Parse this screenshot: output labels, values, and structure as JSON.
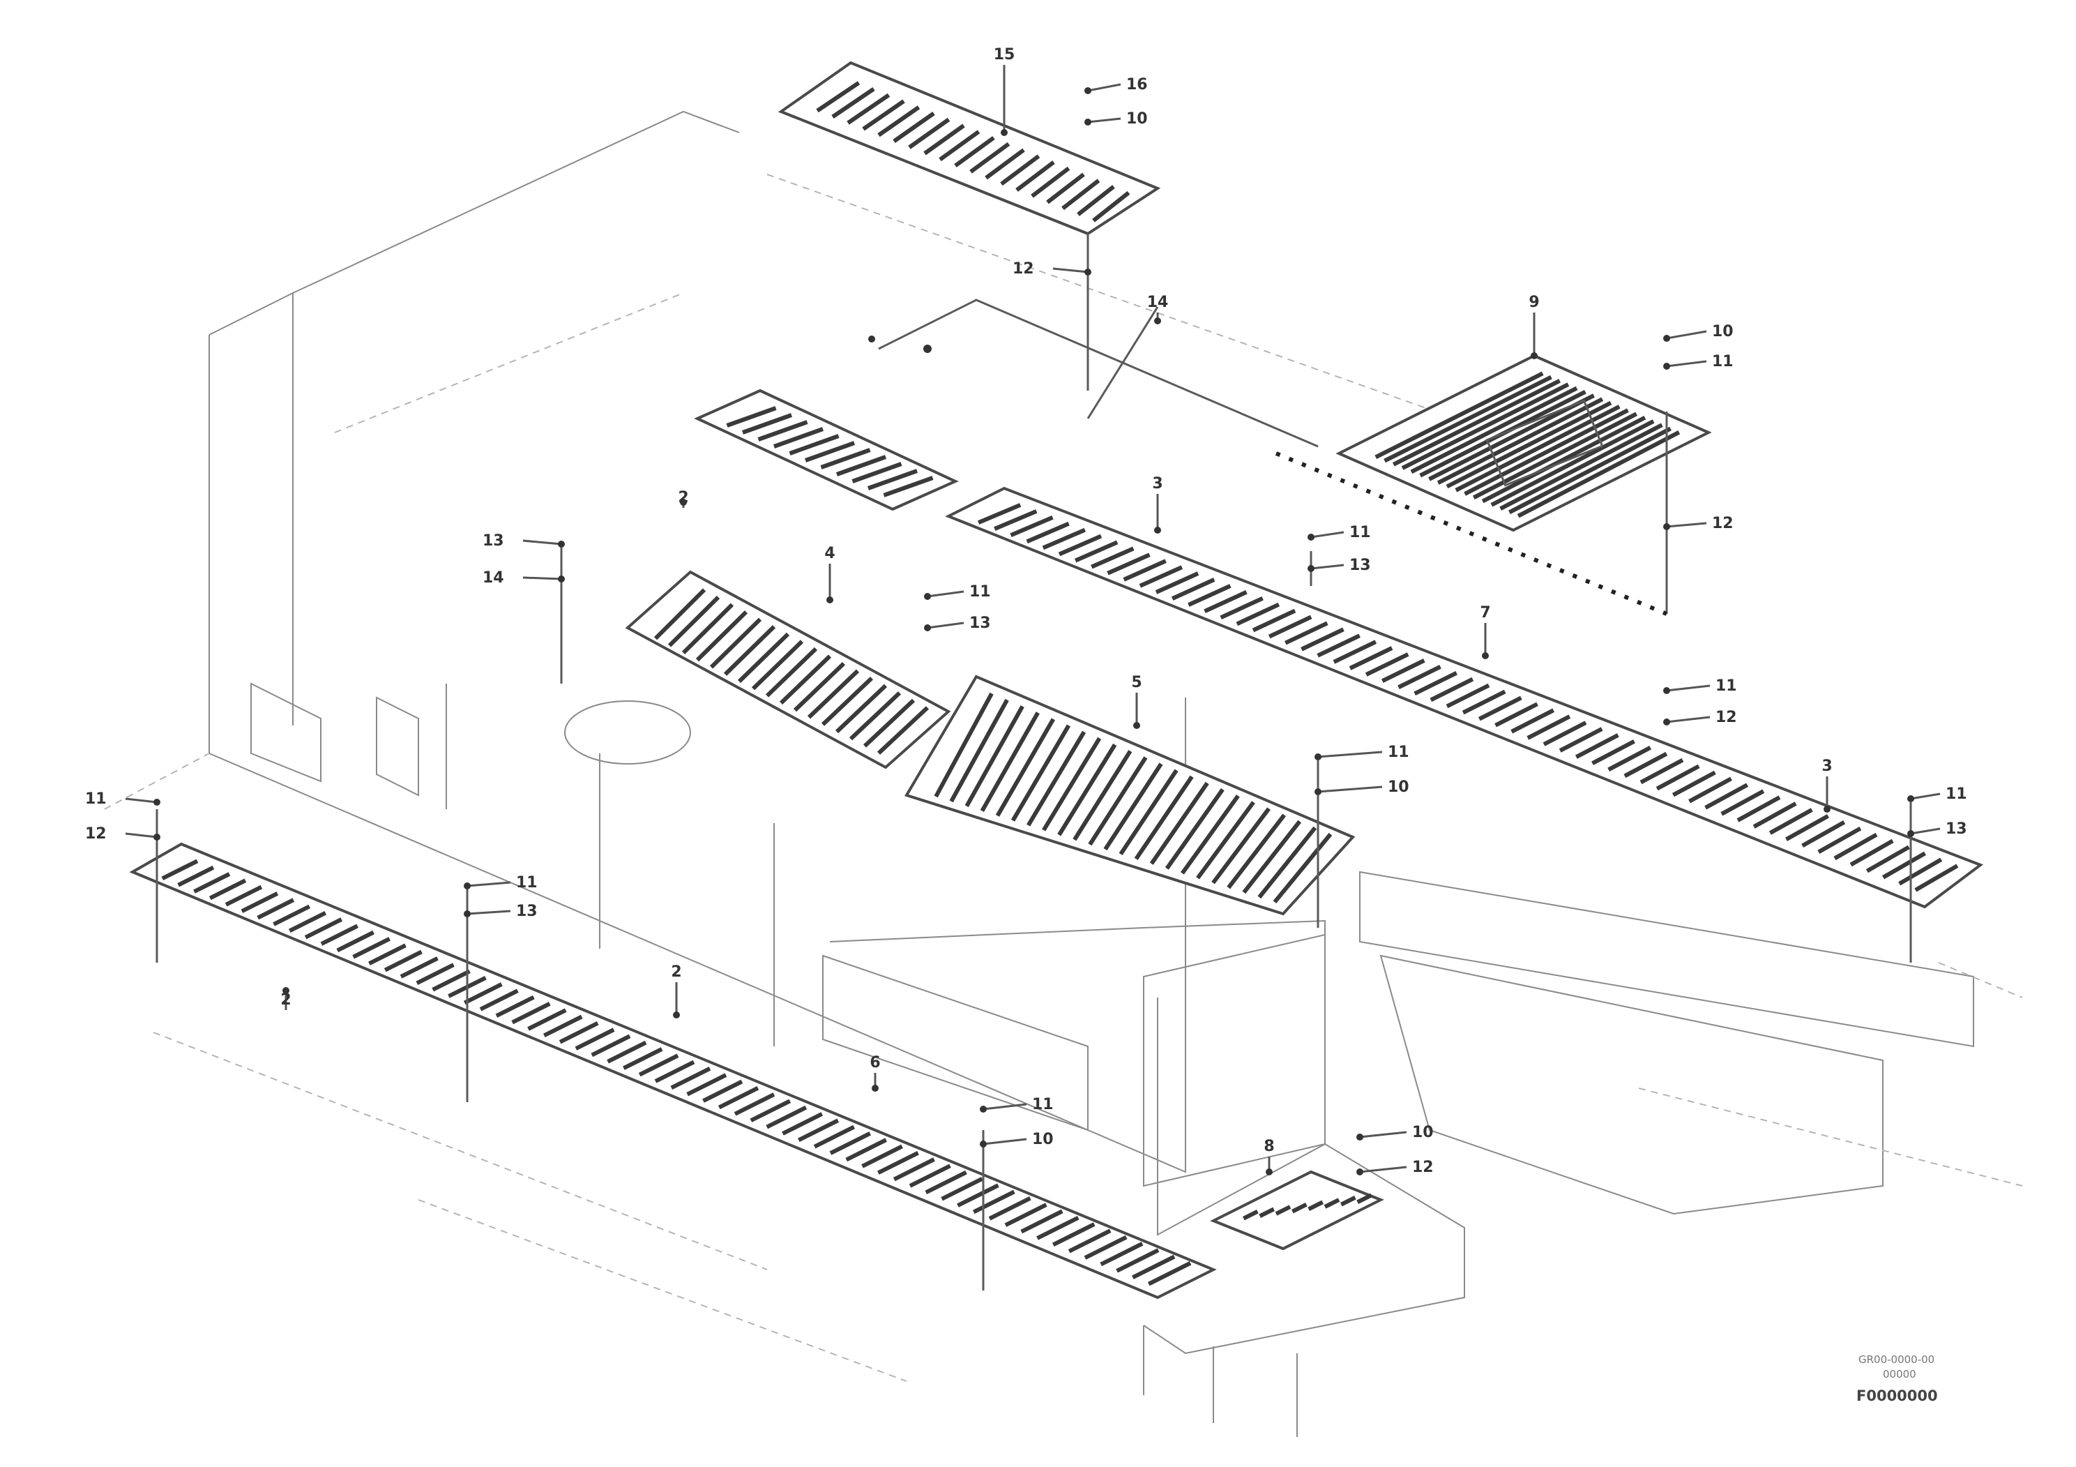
{
  "callouts": {
    "top_grille_item": "15",
    "top_grille_fastener_a": "16",
    "top_grille_fastener_b": "10",
    "support_rail_a": "12",
    "support_rail_b": "14",
    "right_hatch_item": "9",
    "right_hatch_fastener_a": "10",
    "right_hatch_fastener_b": "11",
    "right_hatch_bar": "12",
    "rear_grille_item": "3",
    "rear_grille_fastener_a": "11",
    "rear_grille_fastener_b": "13",
    "left_post_item": "2",
    "left_post_fastener_a": "13",
    "left_post_fastener_b": "14",
    "center_grille_item": "4",
    "center_grille_fastener_a": "11",
    "center_grille_fastener_b": "13",
    "main_grille_item": "5",
    "main_grille_fastener_a": "11",
    "main_grille_fastener_b": "10",
    "rear_rail_item": "7",
    "rear_rail_fastener_a": "11",
    "rear_rail_fastener_b": "12",
    "right_end_item": "3",
    "right_end_fastener_a": "11",
    "right_end_fastener_b": "13",
    "left_end_fastener_a": "11",
    "left_end_fastener_b": "12",
    "front_grille_item": "2",
    "front_grille_fastener_a": "11",
    "front_grille_fastener_b": "13",
    "front_center_item": "2",
    "front_center_item_b": "6",
    "front_lower_fastener_a": "11",
    "front_lower_fastener_b": "10",
    "small_grille_item": "8",
    "small_grille_fastener_a": "10",
    "small_grille_fastener_b": "12"
  },
  "stamp": {
    "line1": "GR00-0000-00",
    "line2": "00000",
    "figure_id": "F0000000"
  }
}
